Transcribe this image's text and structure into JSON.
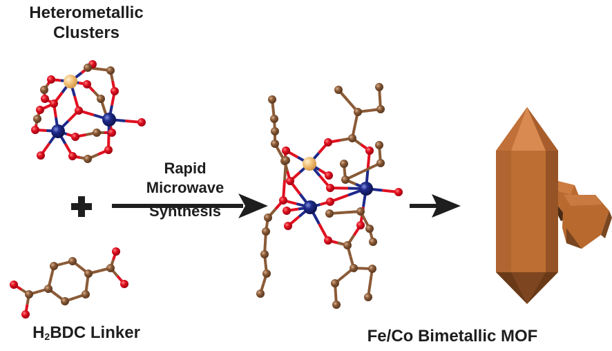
{
  "labels": {
    "clusters_line1": "Heterometallic",
    "clusters_line2": "Clusters",
    "linker_prefix": "H",
    "linker_subscript": "2",
    "linker_suffix": "BDC Linker",
    "synthesis_line1": "Rapid",
    "synthesis_line2": "Microwave",
    "synthesis_line3": "Synthesis",
    "product": "Fe/Co Bimetallic MOF"
  },
  "symbols": {
    "plus": "plus-sign",
    "arrow_synthesis": "right-arrow",
    "arrow_product": "right-arrow"
  },
  "colors": {
    "oxygen": "#e01020",
    "carbon": "#8a5a36",
    "metal_blue": "#1e2a8a",
    "metal_gold": "#f2c27a",
    "crystal": "#b8692e",
    "text": "#1e1e1e"
  }
}
